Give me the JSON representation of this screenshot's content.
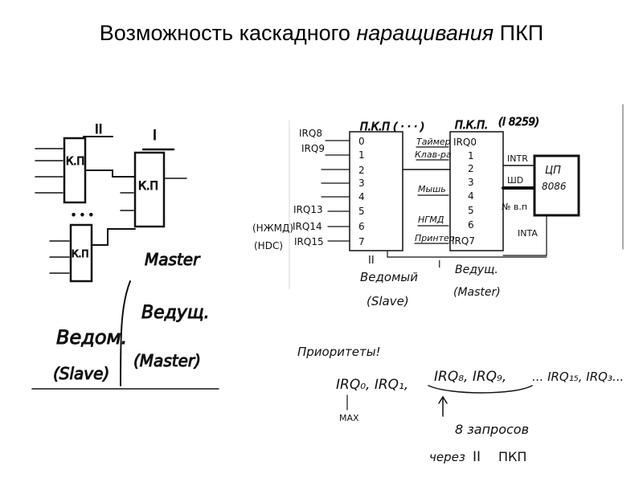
{
  "slide": {
    "title_part1": "Возможность каскадного",
    "title_italic": "наращивания",
    "title_part2": "ПКП"
  },
  "left_sketch": {
    "slave_roman": "II",
    "master_roman": "I",
    "box_label": "К.П",
    "master_word": "Master",
    "slave_ru": "Ведом.",
    "slave_en": "(Slave)",
    "master_ru": "Ведущ.",
    "master_en": "(Master)"
  },
  "right_diagram": {
    "slave_header": "П.К.П ( · · · )",
    "master_header": "П.К.П.",
    "master_chip": "(i 8259)",
    "irq_left": [
      "IRQ8",
      "IRQ9",
      "IRQ13",
      "IRQ14",
      "IRQ15"
    ],
    "slave_pins": [
      "0",
      "1",
      "2",
      "3",
      "4",
      "5",
      "6",
      "7"
    ],
    "master_pins": [
      "IRQ0",
      "1",
      "2",
      "3",
      "4",
      "5",
      "6",
      "IRQ7"
    ],
    "master_devices": [
      "Таймер",
      "Клав-ра",
      "Мышь",
      "НГМД",
      "Принтер"
    ],
    "hdd1": "(НЖМД)",
    "hdd2": "(HDC)",
    "intr": "INTR",
    "bus_label": "ШD",
    "vl_label": "№ в.п",
    "inta": "INTA",
    "cpu_name": "ЦП",
    "cpu_model": "8086",
    "slave_roman": "II",
    "slave_ru": "Ведомый",
    "slave_en": "(Slave)",
    "master_ru": "Ведущ.",
    "master_en": "(Master)",
    "i_mark": "I"
  },
  "priorities": {
    "heading": "Приоритеты!",
    "chain_a": "IRQ₀, IRQ₁,",
    "chain_b": "IRQ₈, IRQ₉,",
    "chain_c": "... IRQ₁₅, IRQ₃...",
    "max_label": "MAX",
    "requests": "8 запросов",
    "via": "через",
    "via_roman": "II",
    "via_pkp": "ПКП"
  }
}
